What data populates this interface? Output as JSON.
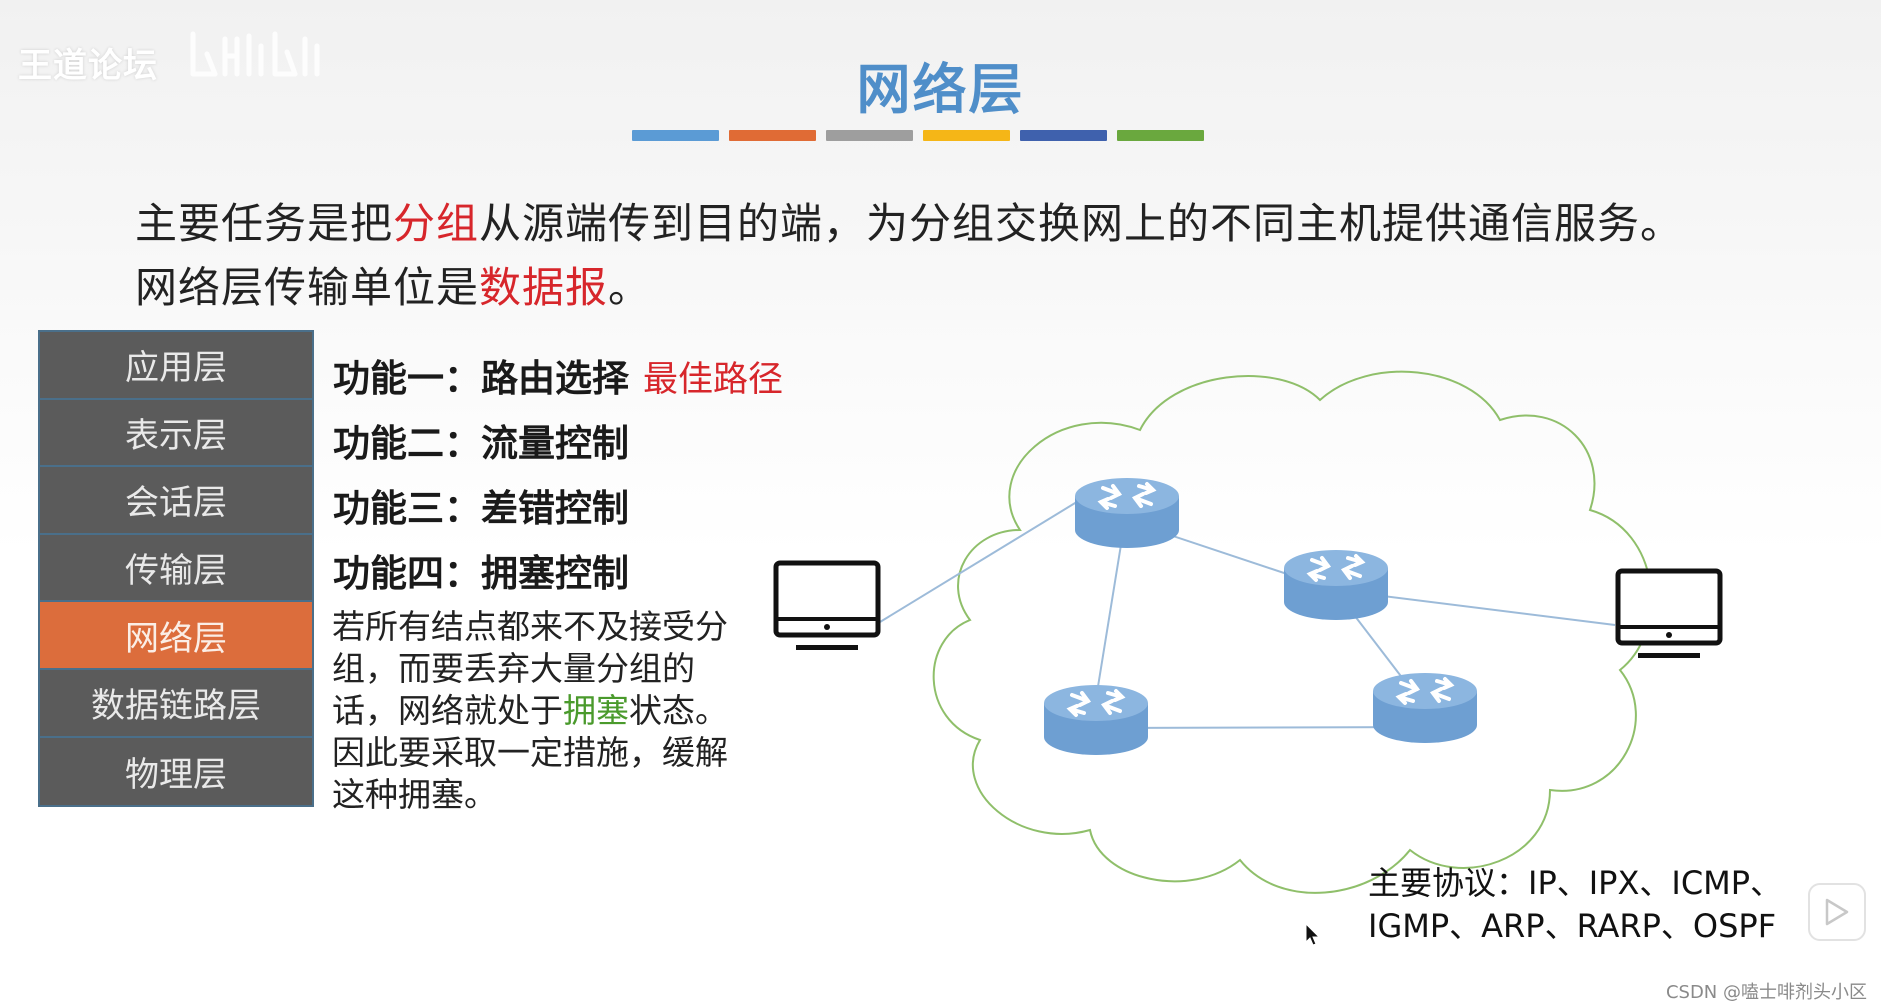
{
  "watermark": {
    "forum_name": "王道论坛"
  },
  "slide": {
    "title": "网络层",
    "color_bar_colors": [
      "#5b9bd5",
      "#e06b35",
      "#9e9e9e",
      "#f5b617",
      "#3f61ad",
      "#6aa83e"
    ],
    "intro": {
      "line1_prefix": "主要任务是把",
      "line1_highlight": "分组",
      "line1_suffix": "从源端传到目的端，为分组交换网上的不同主机提供通信服务。",
      "line2_prefix": "网络层传输单位是",
      "line2_highlight": "数据报",
      "line2_suffix": "。"
    },
    "layers": [
      {
        "label": "应用层",
        "active": false
      },
      {
        "label": "表示层",
        "active": false
      },
      {
        "label": "会话层",
        "active": false
      },
      {
        "label": "传输层",
        "active": false
      },
      {
        "label": "网络层",
        "active": true
      },
      {
        "label": "数据链路层",
        "active": false
      },
      {
        "label": "物理层",
        "active": false
      }
    ],
    "functions": [
      {
        "text": "功能一：路由选择",
        "extra": "最佳路径"
      },
      {
        "text": "功能二：流量控制"
      },
      {
        "text": "功能三：差错控制"
      },
      {
        "text": "功能四：拥塞控制"
      }
    ],
    "congestion_note": {
      "part1": "若所有结点都来不及接受分组，而要丢弃大量分组的话，网络就处于",
      "highlight": "拥塞",
      "part2": "状态。因此要采取一定措施，缓解这种拥塞。"
    },
    "protocols": {
      "line1": "主要协议：IP、IPX、ICMP、",
      "line2": "IGMP、ARP、RARP、OSPF"
    }
  },
  "footer": {
    "csdn_text": "CSDN @嗑士啡剂头小区"
  },
  "colors": {
    "cloud": "#8fbf6a",
    "router": "#7ba7d6",
    "link": "#9dbbd9"
  }
}
